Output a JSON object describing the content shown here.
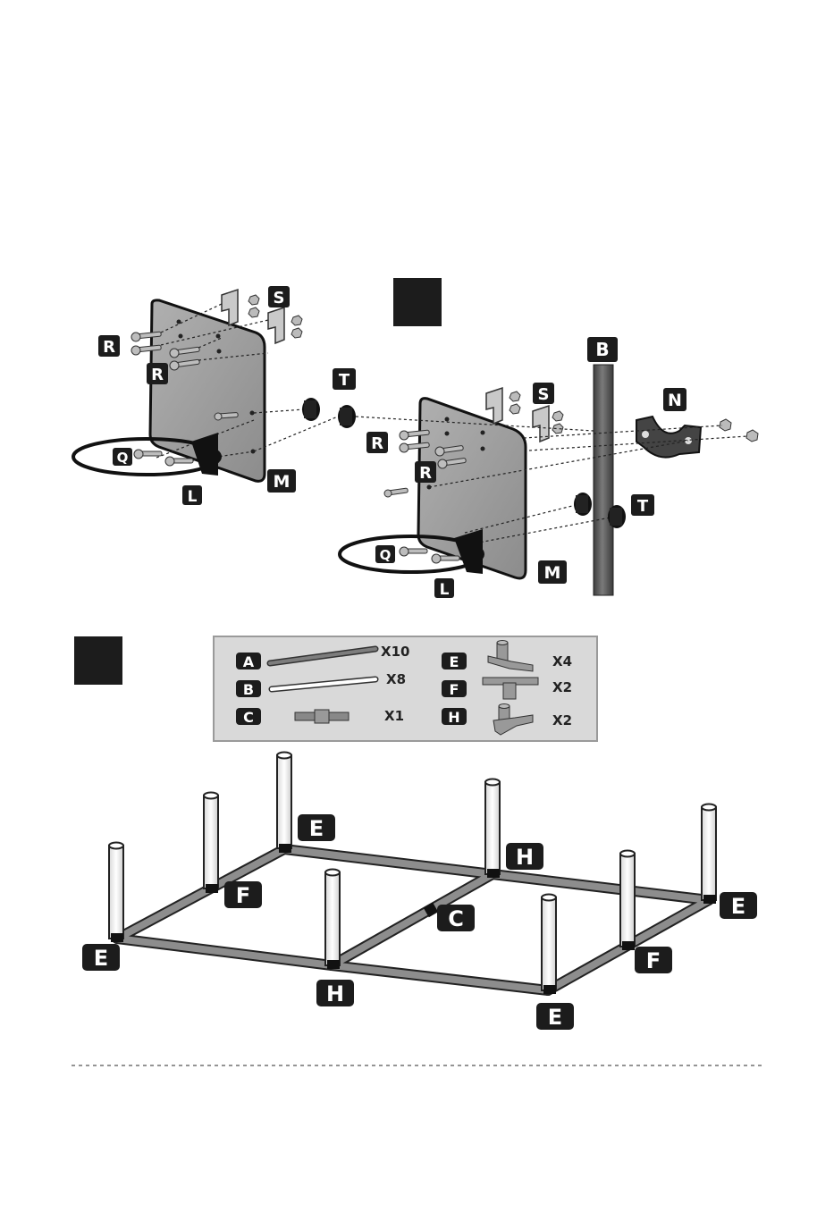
{
  "colors": {
    "label_bg": "#1c1c1c",
    "label_fg": "#ffffff",
    "board_fill": "#9a9a9a",
    "pole_fill": "#5e5e5e",
    "frame_tube": "#8d8d8d",
    "upright_fill": "#f2f2f2",
    "legend_bg": "#d9d9d9",
    "divider": "#555555"
  },
  "step_a": {
    "badge_icon": "step-number-square",
    "left_assembly": {
      "labels": {
        "R_top": "R",
        "R_bottom": "R",
        "S": "S",
        "T": "T",
        "Q": "Q",
        "L": "L",
        "M": "M"
      }
    },
    "right_assembly": {
      "labels": {
        "B": "B",
        "S": "S",
        "N": "N",
        "R_top": "R",
        "R_bottom": "R",
        "T": "T",
        "Q": "Q",
        "L": "L",
        "M": "M"
      }
    }
  },
  "step_b": {
    "badge_icon": "step-number-square",
    "legend": {
      "items": [
        {
          "letter": "A",
          "qty": "X10",
          "icon": "long-tube-dark"
        },
        {
          "letter": "B",
          "qty": "X8",
          "icon": "long-tube-light"
        },
        {
          "letter": "C",
          "qty": "X1",
          "icon": "straight-connector"
        },
        {
          "letter": "E",
          "qty": "X4",
          "icon": "corner-connector"
        },
        {
          "letter": "F",
          "qty": "X2",
          "icon": "tee-connector"
        },
        {
          "letter": "H",
          "qty": "X2",
          "icon": "cross-connector"
        }
      ]
    },
    "frame_labels": [
      {
        "id": "E-back-left",
        "text": "E"
      },
      {
        "id": "H-back-middle",
        "text": "H"
      },
      {
        "id": "F-left",
        "text": "F"
      },
      {
        "id": "C-center",
        "text": "C"
      },
      {
        "id": "E-right",
        "text": "E"
      },
      {
        "id": "E-front-left",
        "text": "E"
      },
      {
        "id": "H-front-middle",
        "text": "H"
      },
      {
        "id": "F-right",
        "text": "F"
      },
      {
        "id": "E-front-right",
        "text": "E"
      }
    ]
  }
}
